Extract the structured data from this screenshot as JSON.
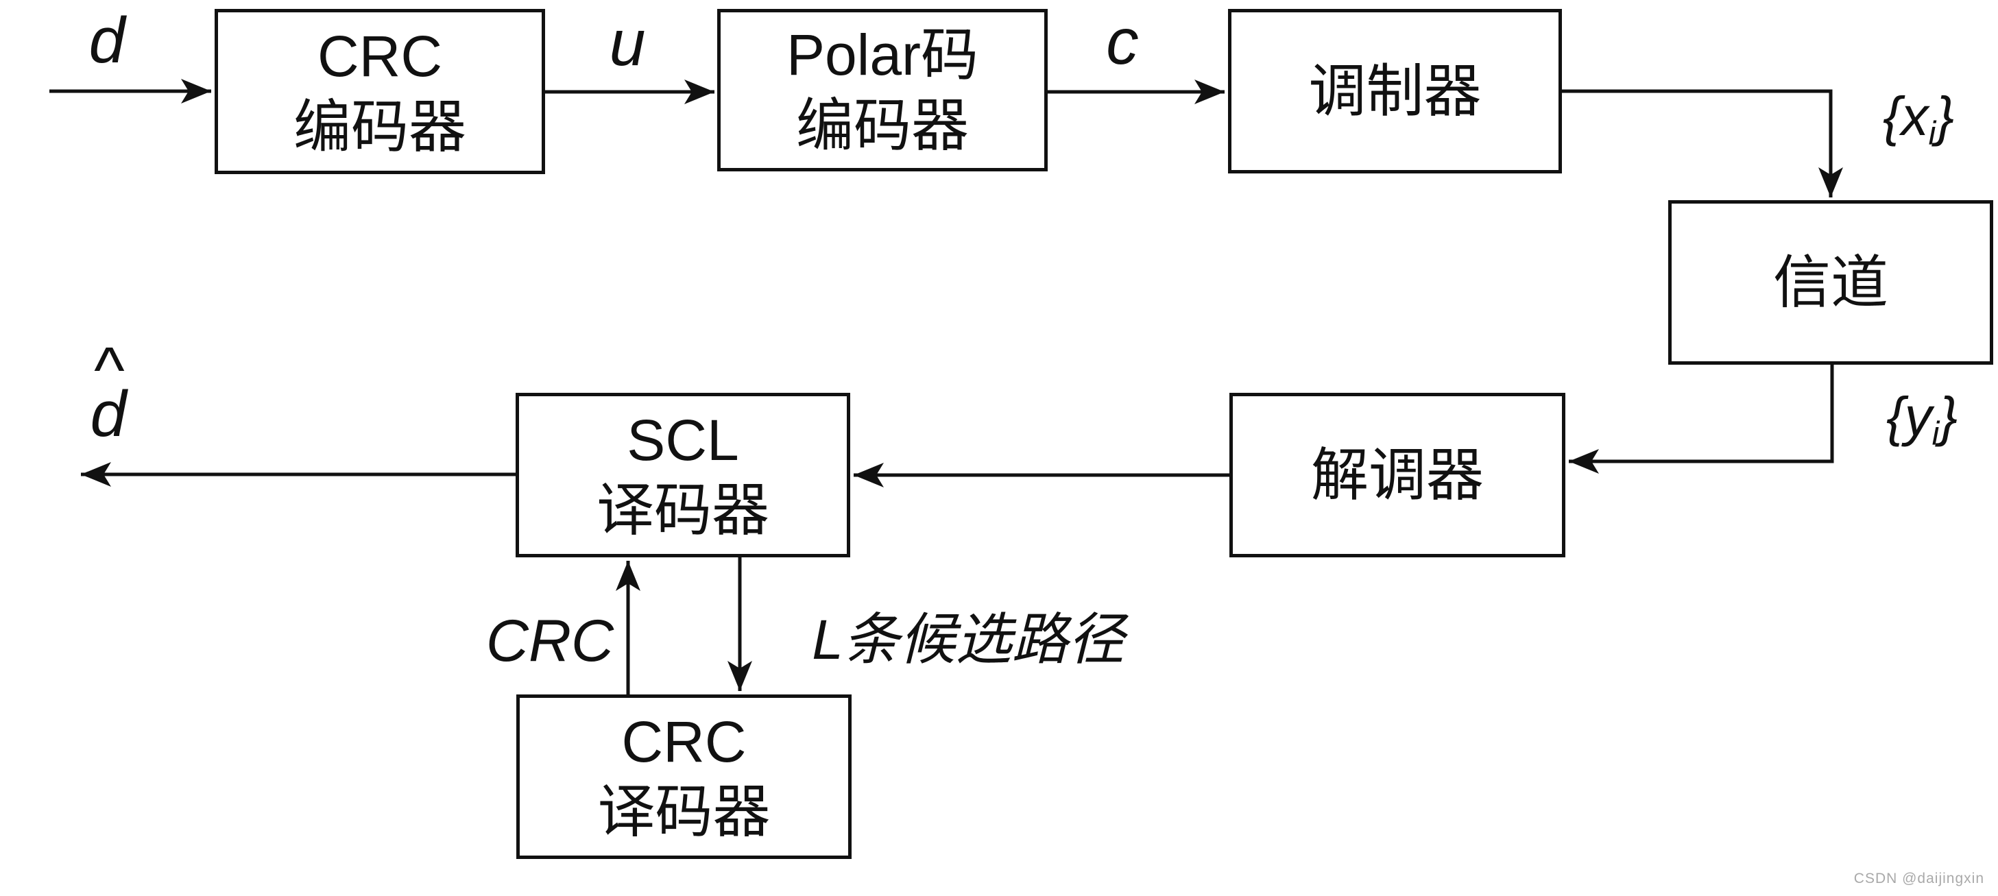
{
  "diagram": {
    "title_domain": "CRC-aided Polar SCL coding chain block diagram",
    "boxes": {
      "crc_encoder": {
        "line1": "CRC",
        "line2": "编码器"
      },
      "polar_encoder": {
        "line1": "Polar码",
        "line2": "编码器"
      },
      "modulator": {
        "line1": "调制器"
      },
      "channel": {
        "line1": "信道"
      },
      "demodulator": {
        "line1": "解调器"
      },
      "scl_decoder": {
        "line1": "SCL",
        "line2": "译码器"
      },
      "crc_decoder": {
        "line1": "CRC",
        "line2": "译码器"
      }
    },
    "signal_labels": {
      "input": "d",
      "encoded_crc": "u",
      "encoded_polar": "c",
      "tx_open": "{x",
      "tx_sub": "i",
      "tx_close": "}",
      "rx_open": "{y",
      "rx_sub": "i",
      "rx_close": "}",
      "output_hat": "^",
      "output_base": "d",
      "feedback_crc": "CRC",
      "candidate_paths": "L条候选路径"
    },
    "watermark": "CSDN @daijingxin",
    "colors": {
      "stroke": "#111111",
      "background": "#ffffff",
      "watermark": "#a9a9a9"
    }
  }
}
